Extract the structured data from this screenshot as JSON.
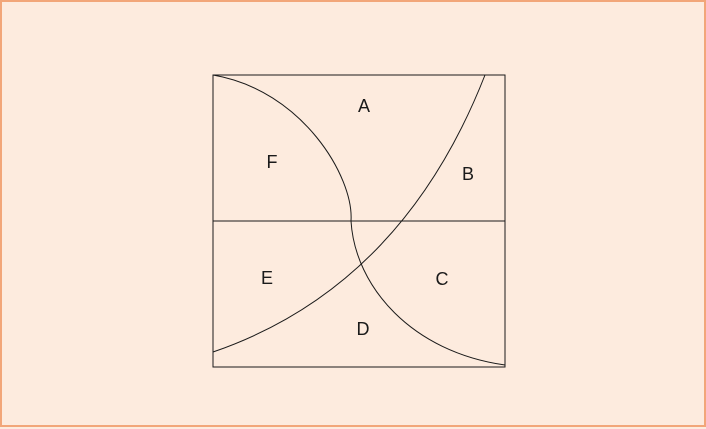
{
  "diagram": {
    "regions": [
      {
        "id": "a",
        "label": "A"
      },
      {
        "id": "b",
        "label": "B"
      },
      {
        "id": "c",
        "label": "C"
      },
      {
        "id": "d",
        "label": "D"
      },
      {
        "id": "e",
        "label": "E"
      },
      {
        "id": "f",
        "label": "F"
      }
    ]
  },
  "colors": {
    "background": "#fdebde",
    "border": "#f2a679",
    "lines": "#1a1a1a"
  }
}
